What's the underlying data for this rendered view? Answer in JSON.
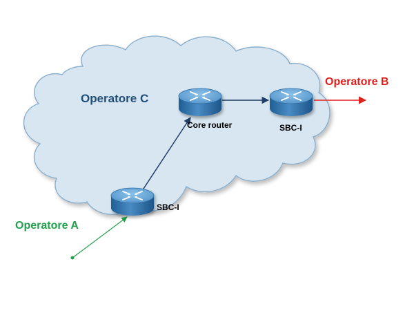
{
  "diagram": {
    "cloud_label": "Operatore C",
    "operator_a_label": "Operatore A",
    "operator_b_label": "Operatore B",
    "nodes": [
      {
        "id": "sbc-left",
        "label": "SBC-I",
        "icon": "router-icon"
      },
      {
        "id": "core",
        "label": "Core router",
        "icon": "router-icon"
      },
      {
        "id": "sbc-right",
        "label": "SBC-I",
        "icon": "router-icon"
      }
    ],
    "connections": [
      {
        "from": "Operatore A",
        "to": "SBC-I"
      },
      {
        "from": "SBC-I",
        "to": "Core router"
      },
      {
        "from": "Core router",
        "to": "SBC-I"
      },
      {
        "from": "SBC-I",
        "to": "Operatore B"
      }
    ],
    "colors": {
      "cloud_fill": "#d7e6f1",
      "cloud_stroke": "#8aaecb",
      "cloud_text": "#1f4e79",
      "router_body": "#3f7db3",
      "router_top": "#6ea9d8",
      "link": "#1f3d66",
      "operator_a": "#22a04b",
      "operator_b": "#e0201b"
    }
  }
}
